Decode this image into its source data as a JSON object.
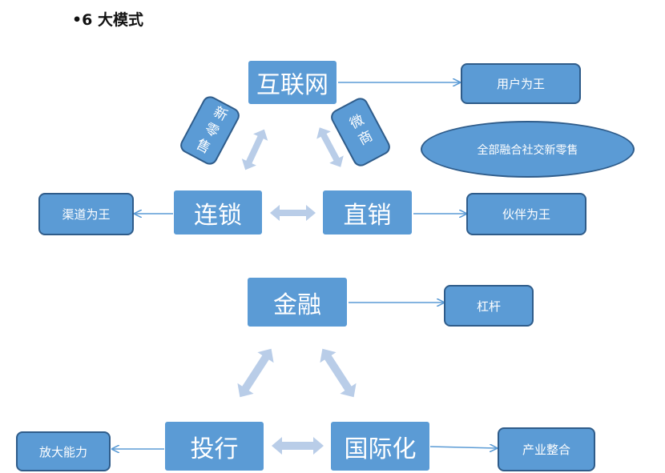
{
  "title": "•6 大模式",
  "top_diagram": {
    "internet": "互联网",
    "chain": "连锁",
    "direct": "直销",
    "new_retail_tag": "新零售",
    "micro_biz_tag": "微商",
    "user_king": "用户为王",
    "channel_king": "渠道为王",
    "partner_king": "伙伴为王",
    "fusion": "全部融合社交新零售"
  },
  "bottom_diagram": {
    "finance": "金融",
    "investment_banking": "投行",
    "internationalization": "国际化",
    "leverage": "杠杆",
    "amplify": "放大能力",
    "integration": "产业整合"
  },
  "colors": {
    "box_fill": "#5b9bd5",
    "box_border": "#2f5c8a",
    "arrow": "#5b9bd5",
    "double_arrow": "#b9cde8"
  }
}
